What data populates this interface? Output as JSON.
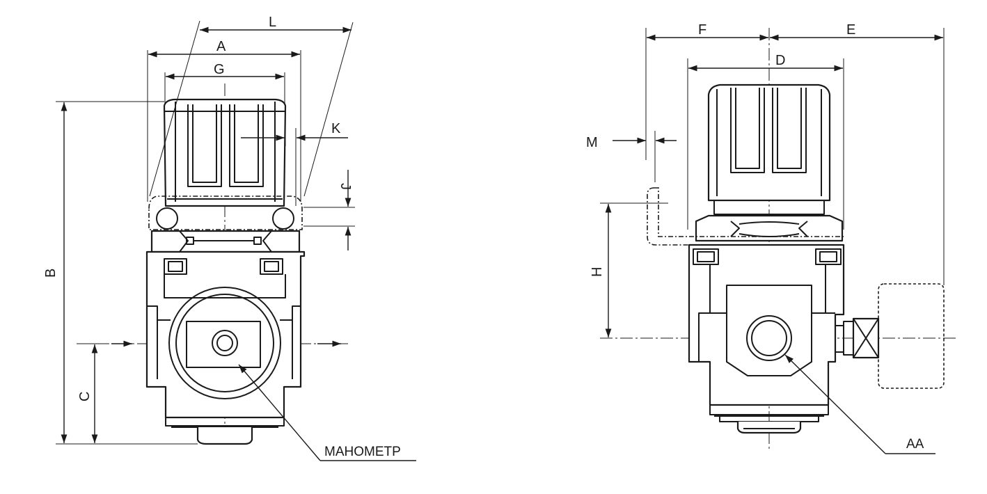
{
  "left_view": {
    "dimensions": {
      "L": "L",
      "A": "A",
      "G": "G",
      "K": "K",
      "J": "J",
      "B": "B",
      "C": "C"
    },
    "callout": "МАНОМЕТР"
  },
  "right_view": {
    "dimensions": {
      "F": "F",
      "E": "E",
      "D": "D",
      "M": "M",
      "H": "H"
    },
    "callout": "AA"
  }
}
